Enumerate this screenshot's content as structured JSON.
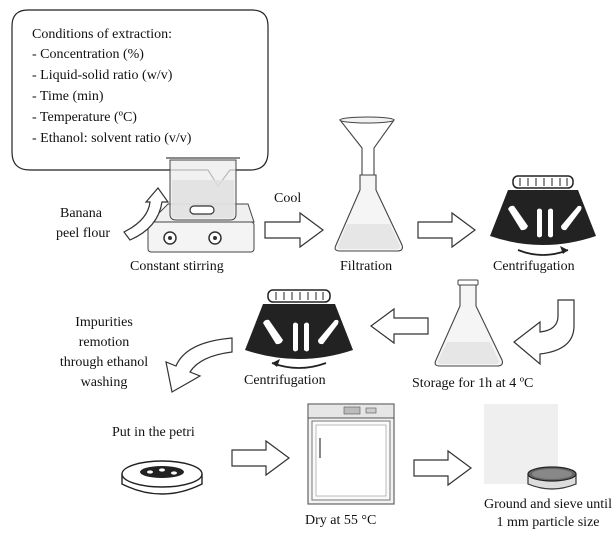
{
  "conditions": {
    "title": "Conditions of extraction:",
    "items": [
      "- Concentration (%)",
      "- Liquid-solid ratio (w/v)",
      "- Time (min)",
      "- Temperature (ºC)",
      "- Ethanol: solvent ratio (v/v)"
    ]
  },
  "input": {
    "line1": "Banana",
    "line2": "peel flour"
  },
  "steps": {
    "stirring": "Constant stirring",
    "cool": "Cool",
    "filtration": "Filtration",
    "centrifugation1": "Centrifugation",
    "storage": "Storage for 1h at 4 ºC",
    "centrifugation2": "Centrifugation",
    "impurities": [
      "Impurities",
      "remotion",
      "through ethanol",
      "washing"
    ],
    "petri": "Put in the petri",
    "dry": "Dry at 55 °C",
    "ground": [
      "Ground and sieve until",
      "1 mm particle size"
    ]
  }
}
